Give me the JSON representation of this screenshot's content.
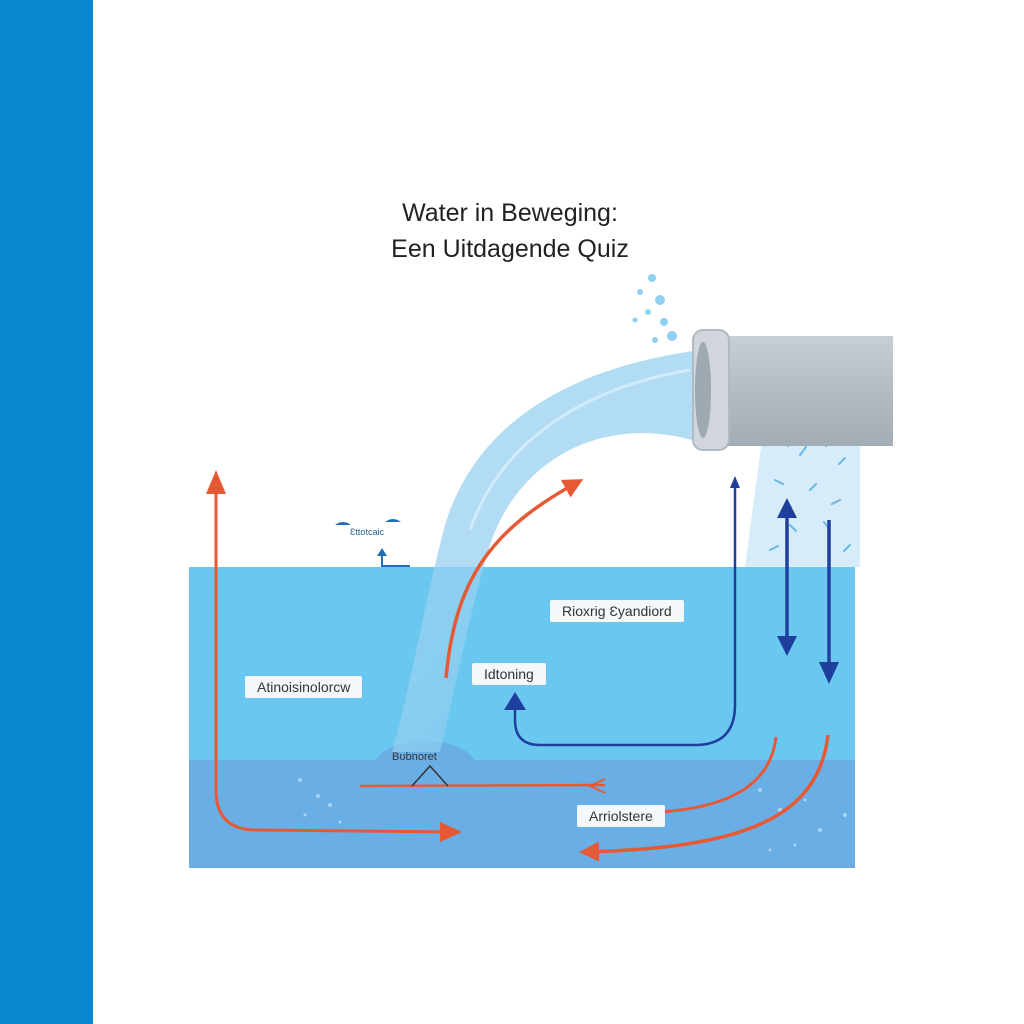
{
  "page": {
    "title_line1": "Water in Beweging:",
    "title_line2": "Een Uitdagende Quiz"
  },
  "diagram": {
    "labels": {
      "surface": "Ɛttotcaic",
      "upper_right": "Rioxrig Ɛyandiord",
      "center": "Idtoning",
      "left": "Atinoisinolorcw",
      "bottom_small": "Bʊbnoret",
      "bottom_right": "Arriolstere"
    },
    "colors": {
      "sidebar": "#0a86d1",
      "water_upper": "#6ac8f0",
      "water_lower": "#6aaee6",
      "pipe": "#b5bfc6",
      "arrow_red": "#e55a35",
      "arrow_blue": "#1f3f9f"
    }
  }
}
